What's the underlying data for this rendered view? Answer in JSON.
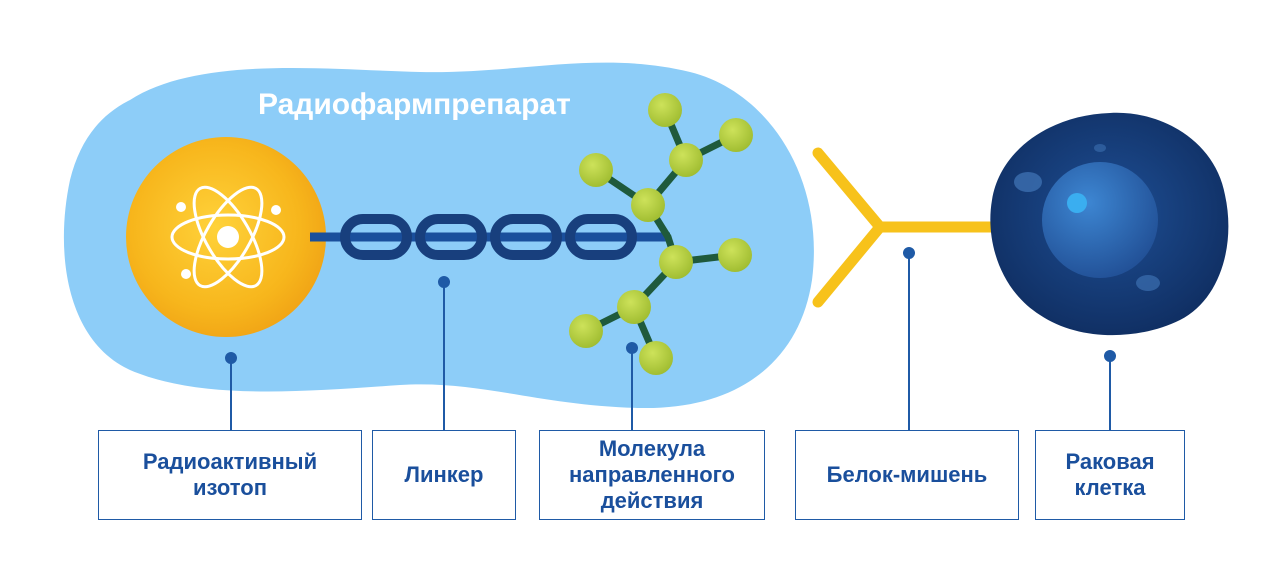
{
  "diagram": {
    "title": "Радиофармпрепарат",
    "labels": {
      "isotope": "Радиоактивный\nизотоп",
      "linker": "Линкер",
      "molecule": "Молекула\nнаправленного\nдействия",
      "protein": "Белок-мишень",
      "cell": "Раковая\nклетка"
    }
  },
  "icons": {
    "isotope": "atom-icon",
    "linker": "chain-links",
    "molecule": "molecule-structure",
    "protein": "antibody-y-shape",
    "cell": "cancer-cell"
  },
  "colors": {
    "blob": "#8dcdf8",
    "isotope": "#f5b31a",
    "chain": "#1a4f9c",
    "molecule_node": "#b5cf3f",
    "molecule_bond": "#1f5a3c",
    "protein": "#f7c21b",
    "cell": "#16386f",
    "connector": "#1f5aa6"
  }
}
